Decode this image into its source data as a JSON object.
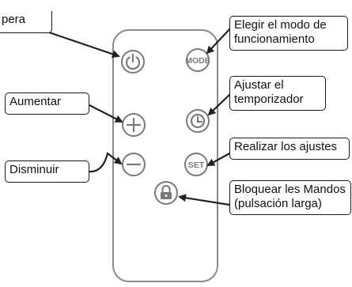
{
  "labels": {
    "standby": "pera",
    "mode": "Elegir el modo de funcionamiento",
    "increase": "Aumentar",
    "timer": "Ajustar el temporizador",
    "decrease": "Disminuir",
    "settings": "Realizar los ajustes",
    "lock": "Bloquear les Mandos (pulsación larga)"
  },
  "buttons": {
    "mode_text": "MODE",
    "set_text": "SET"
  },
  "icons": [
    "power-icon",
    "mode-icon",
    "plus-icon",
    "clock-icon",
    "minus-icon",
    "set-icon",
    "lock-icon"
  ]
}
